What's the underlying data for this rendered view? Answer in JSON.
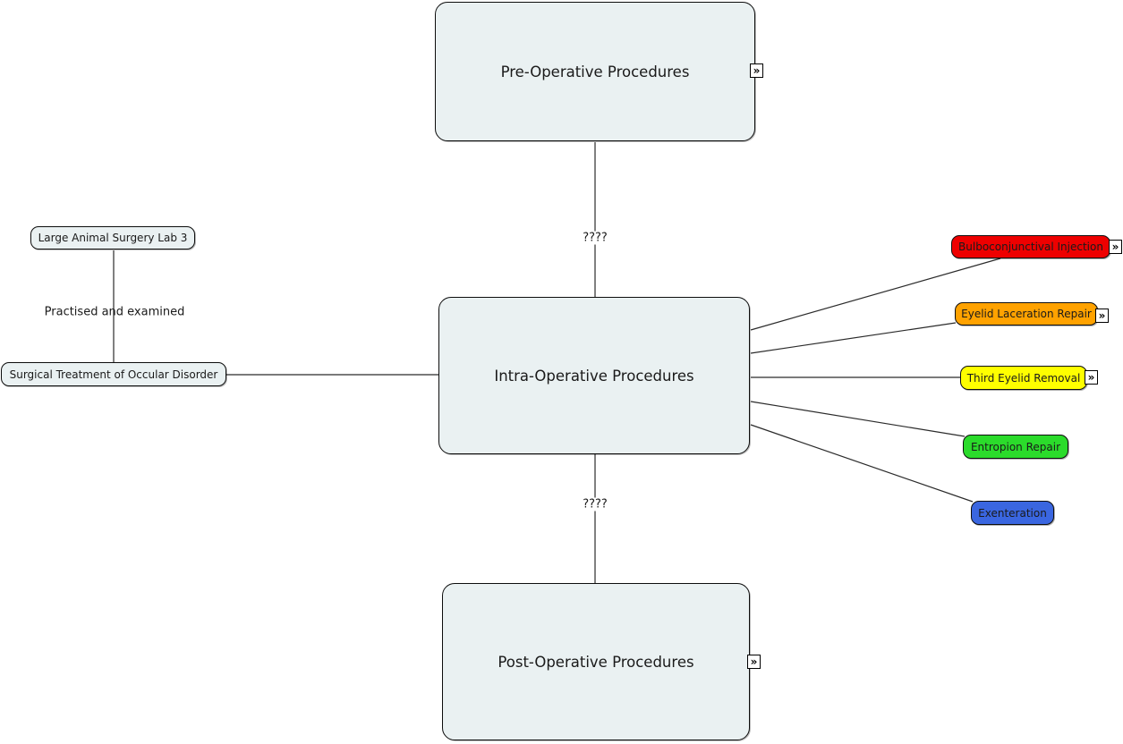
{
  "colors": {
    "node_fill": "#eaf1f2",
    "red": "#ee0000",
    "orange": "#ffa200",
    "yellow": "#ffff00",
    "green": "#2bdb2b",
    "blue": "#3a66e0"
  },
  "nodes": {
    "pre_op": {
      "label": "Pre-Operative Procedures"
    },
    "intra_op": {
      "label": "Intra-Operative Procedures"
    },
    "post_op": {
      "label": "Post-Operative Procedures"
    },
    "lab": {
      "label": "Large Animal Surgery Lab 3"
    },
    "surgical": {
      "label": "Surgical Treatment of Occular Disorder"
    },
    "bulbo": {
      "label": "Bulboconjunctival Injection",
      "color": "#ee0000"
    },
    "eyelid": {
      "label": "Eyelid Laceration Repair",
      "color": "#ffa200"
    },
    "third_eyelid": {
      "label": "Third Eyelid Removal",
      "color": "#ffff00"
    },
    "entropion": {
      "label": "Entropion Repair",
      "color": "#2bdb2b"
    },
    "exenteration": {
      "label": "Exenteration",
      "color": "#3a66e0"
    }
  },
  "links": {
    "pre_to_intra": {
      "label": "????"
    },
    "intra_to_post": {
      "label": "????"
    },
    "lab_to_surgical": {
      "label": "Practised and examined"
    }
  },
  "icons": {
    "resource_glyph": "»"
  }
}
